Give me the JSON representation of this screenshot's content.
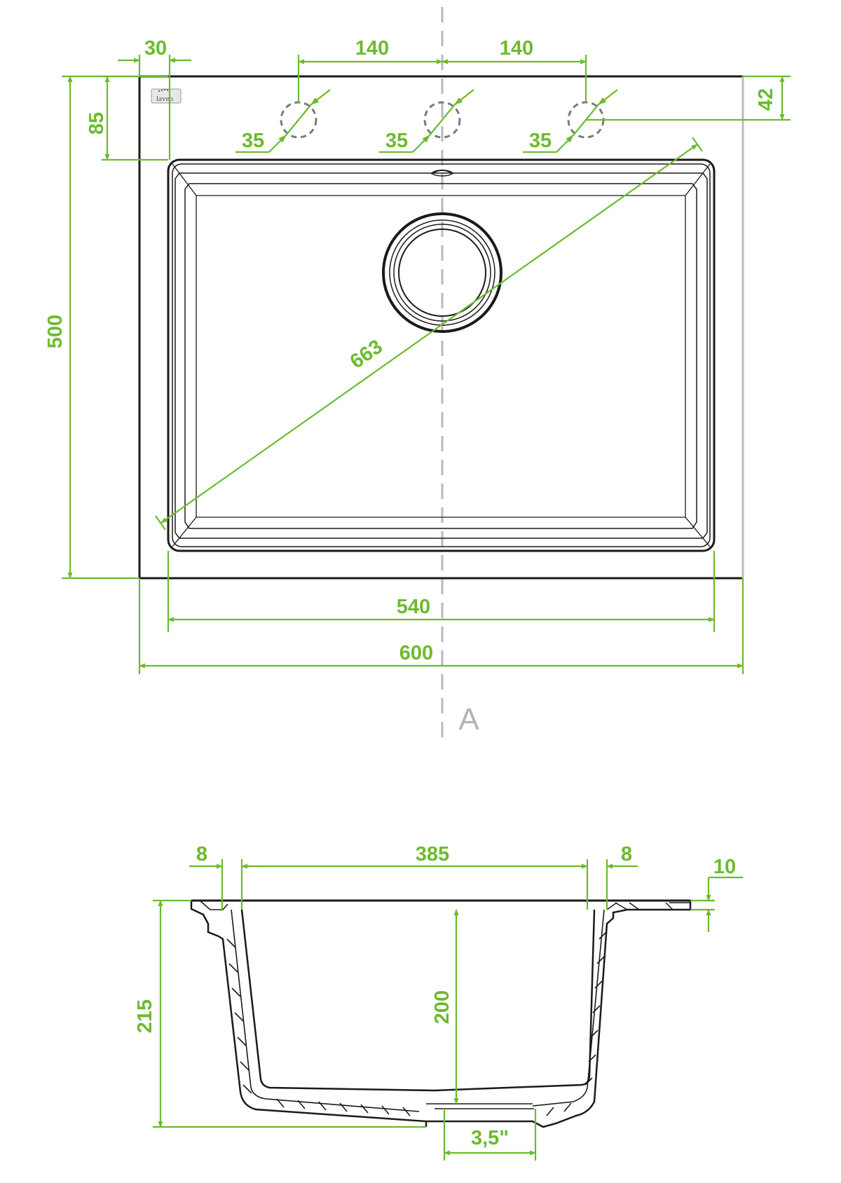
{
  "top_view": {
    "dimensions": {
      "width_outer": "600",
      "width_bowl": "540",
      "height_outer": "500",
      "diagonal": "663",
      "bowl_top_offset": "85",
      "left_margin": "30",
      "tap_spacing_left": "140",
      "tap_spacing_right": "140",
      "tap_offset_top": "42",
      "tap_hole_1": "35",
      "tap_hole_2": "35",
      "tap_hole_3": "35"
    },
    "logo_text": "laveo",
    "section_marker": "A"
  },
  "section_view": {
    "dimensions": {
      "rim_left": "8",
      "bowl_width": "385",
      "rim_right": "8",
      "deck_thickness": "10",
      "total_depth": "215",
      "bowl_depth": "200",
      "drain_size": "3,5\""
    }
  },
  "colors": {
    "dimension": "#6cbb2d",
    "outline": "#1a1a1a",
    "axis": "#b9b9b9"
  }
}
